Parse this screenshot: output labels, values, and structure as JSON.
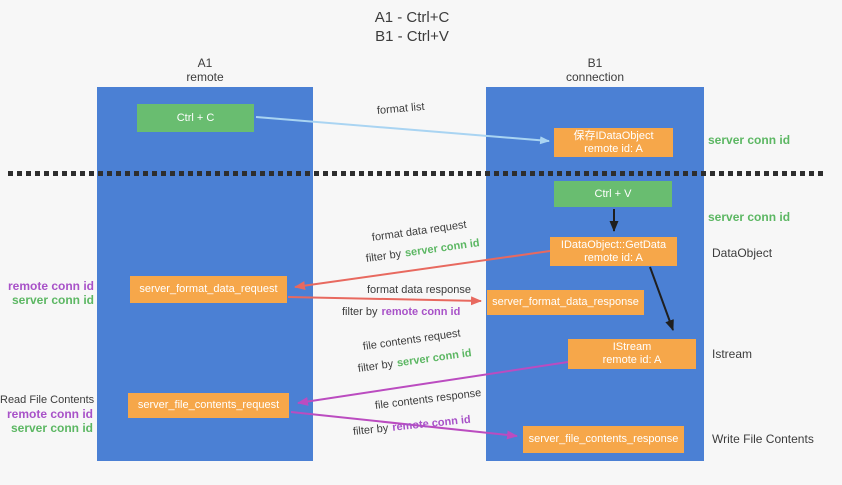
{
  "title": {
    "line1": "A1 - Ctrl+C",
    "line2": "B1 - Ctrl+V"
  },
  "columns": {
    "left": {
      "name": "A1",
      "subtitle": "remote"
    },
    "right": {
      "name": "B1",
      "subtitle": "connection"
    }
  },
  "nodes": {
    "ctrl_c": "Ctrl + C",
    "ctrl_v": "Ctrl + V",
    "save_idataobject": "保存IDataObject",
    "getdata": "IDataObject::GetData",
    "istream": "IStream",
    "remote_id": "remote id: A",
    "format_request": "server_format_data_request",
    "format_response": "server_format_data_response",
    "file_request": "server_file_contents_request",
    "file_response": "server_file_contents_response"
  },
  "arrows": {
    "format_list": "format list",
    "format_data_request": "format data request",
    "format_data_response": "format data response",
    "file_contents_request": "file contents request",
    "file_contents_response": "file contents response",
    "filter_by": "filter by",
    "server_conn_id": "server conn id",
    "remote_conn_id": "remote conn id"
  },
  "side": {
    "server_conn_id": "server conn id",
    "remote_conn_id": "remote conn id",
    "dataobject": "DataObject",
    "istream": "Istream",
    "read_file": "Read File Contents",
    "write_file": "Write File Contents"
  },
  "colors": {
    "background": "#f7f7f7",
    "column-blue": "#4b80d4",
    "box-green": "#69bd70",
    "box-orange": "#f6a74a",
    "arrow-red": "#e8695f",
    "arrow-magenta": "#bb4cc0",
    "arrow-lightblue": "#a9d4f2",
    "arrow-black": "#1f1f1f",
    "text-green": "#5cb763",
    "text-purple": "#a852c8",
    "text-dark": "#3c3c3c"
  }
}
